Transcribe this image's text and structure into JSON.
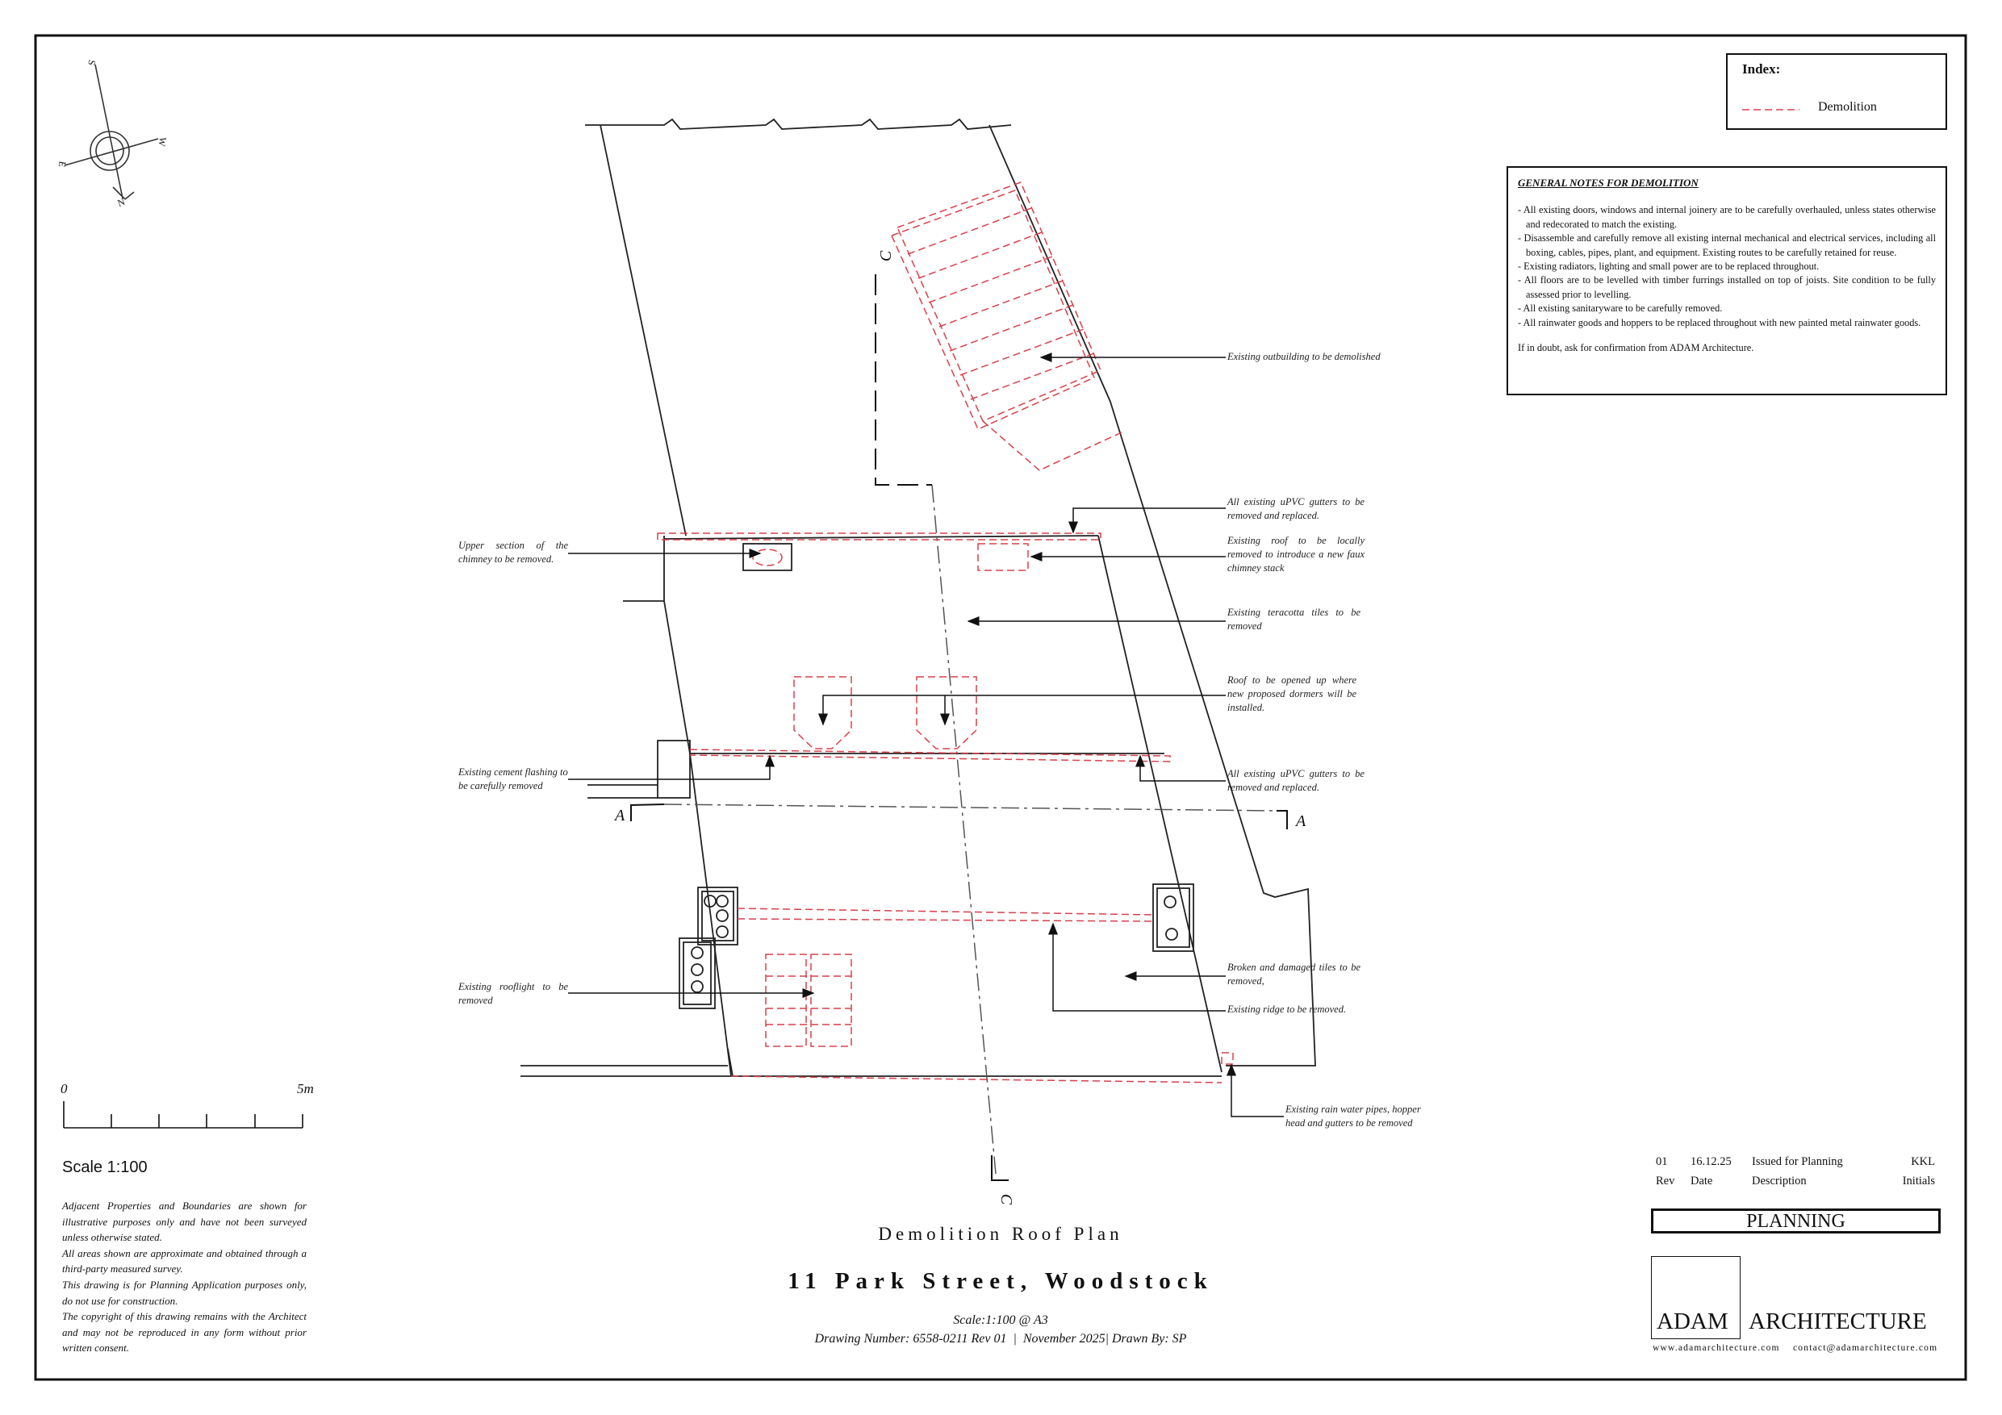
{
  "index": {
    "title": "Index:",
    "legend": [
      {
        "label": "Demolition",
        "color": "#d9404a"
      }
    ]
  },
  "compass": {
    "n": "N",
    "s": "S",
    "e": "E",
    "w": "W"
  },
  "general_notes": {
    "title": "GENERAL NOTES FOR DEMOLITION",
    "items": [
      "- All existing doors, windows and internal joinery are to be carefully overhauled, unless states otherwise and redecorated to match the existing.",
      "- Disassemble and carefully remove all existing internal mechanical and electrical services, including all boxing, cables, pipes, plant, and equipment. Existing routes to be carefully retained for reuse.",
      "- Existing radiators, lighting and small power are to be replaced throughout.",
      "- All floors are to be levelled with timber furrings installed on top of joists. Site condition to be fully assessed prior to levelling.",
      "- All existing sanitaryware to be carefully removed.",
      "- All rainwater goods and hoppers to be replaced throughout with new painted metal rainwater goods."
    ],
    "footer": "If in doubt, ask for confirmation from ADAM Architecture."
  },
  "annotations": {
    "outbuilding": "Existing outbuilding to be demolished",
    "gutters_top": "All existing uPVC gutters to be removed and replaced.",
    "faux_chimney": "Existing roof to be locally removed to introduce a new faux chimney stack",
    "teracotta": "Existing teracotta tiles to be removed",
    "dormers": "Roof to be opened up where new proposed dormers will be installed.",
    "gutters_mid": "All existing uPVC gutters to be removed and replaced.",
    "broken_tiles": "Broken and damaged tiles to be removed,",
    "ridge": "Existing ridge to be removed.",
    "rain_pipes": "Existing rain water pipes, hopper head and gutters to be removed",
    "chimney": "Upper section of the chimney to be removed.",
    "flashing": "Existing cement flashing to be carefully removed",
    "rooflight": "Existing rooflight to be removed"
  },
  "sections": {
    "a": "A",
    "c": "C"
  },
  "scale_bar": {
    "start": "0",
    "end": "5m",
    "label": "Scale 1:100"
  },
  "disclaimer": [
    "Adjacent Properties and Boundaries are shown for illustrative purposes only and have not been surveyed unless otherwise stated.",
    "All areas shown are approximate and obtained through a third-party measured survey.",
    "This drawing is for Planning Application purposes only, do not use for construction.",
    "The copyright of this drawing remains with the Architect and may not be reproduced in any form without prior written consent."
  ],
  "title": {
    "drawing": "Demolition Roof Plan",
    "project": "11 Park Street, Woodstock",
    "scale": "Scale:1:100 @ A3",
    "info": "Drawing Number: 6558-0211 Rev 01  |  November 2025| Drawn By: SP"
  },
  "revisions": {
    "row": {
      "rev": "01",
      "date": "16.12.25",
      "description": "Issued for Planning",
      "initials": "KKL"
    },
    "header": {
      "rev": "Rev",
      "date": "Date",
      "description": "Description",
      "initials": "Initials"
    }
  },
  "status": "PLANNING",
  "brand": {
    "name_a": "ADAM",
    "name_b": "ARCHITECTURE",
    "website": "www.adamarchitecture.com",
    "email": "contact@adamarchitecture.com"
  }
}
